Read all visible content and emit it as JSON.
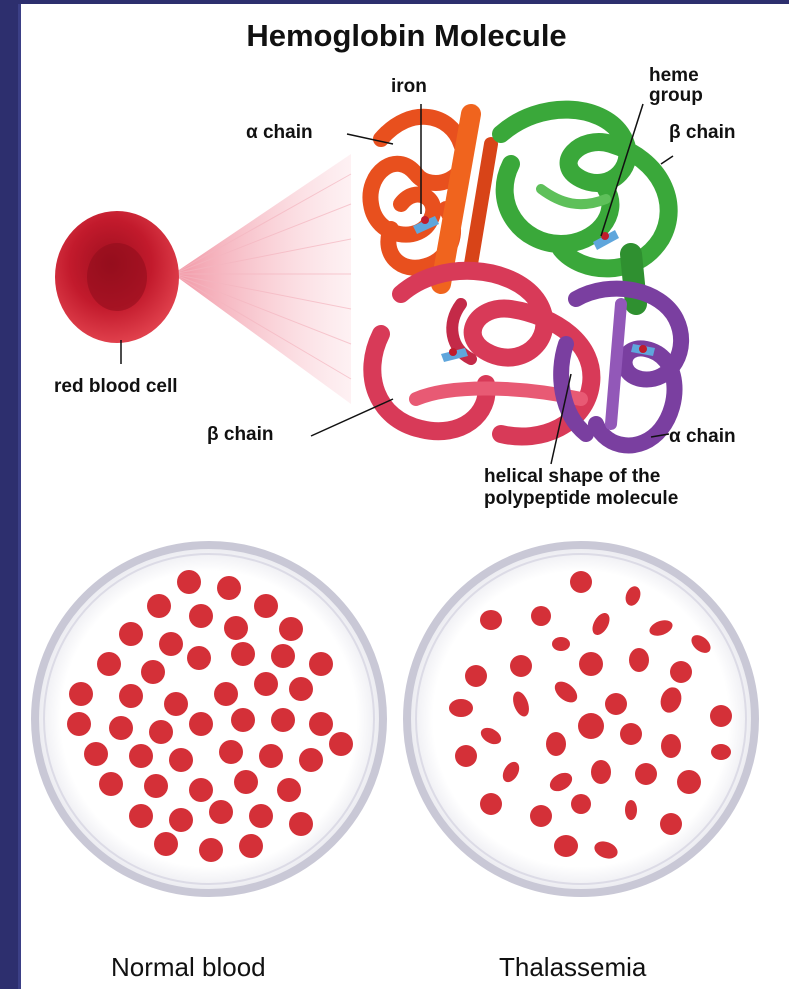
{
  "title": "Hemoglobin Molecule",
  "labels": {
    "iron": "iron",
    "heme_group": "heme\ngroup",
    "alpha_chain_top": "α chain",
    "beta_chain_top": "β chain",
    "red_blood_cell": "red blood cell",
    "beta_chain_bottom": "β chain",
    "alpha_chain_bottom": "α chain",
    "helical": "helical shape of the\npolypeptide molecule"
  },
  "captions": {
    "normal": "Normal blood",
    "thalassemia": "Thalassemia"
  },
  "colors": {
    "alpha_top": "#e8501e",
    "beta_top": "#3aa83a",
    "beta_bottom": "#d83a58",
    "alpha_bottom": "#7a3fa0",
    "rbc": "#cc2030",
    "background": "#2d2f6e"
  }
}
